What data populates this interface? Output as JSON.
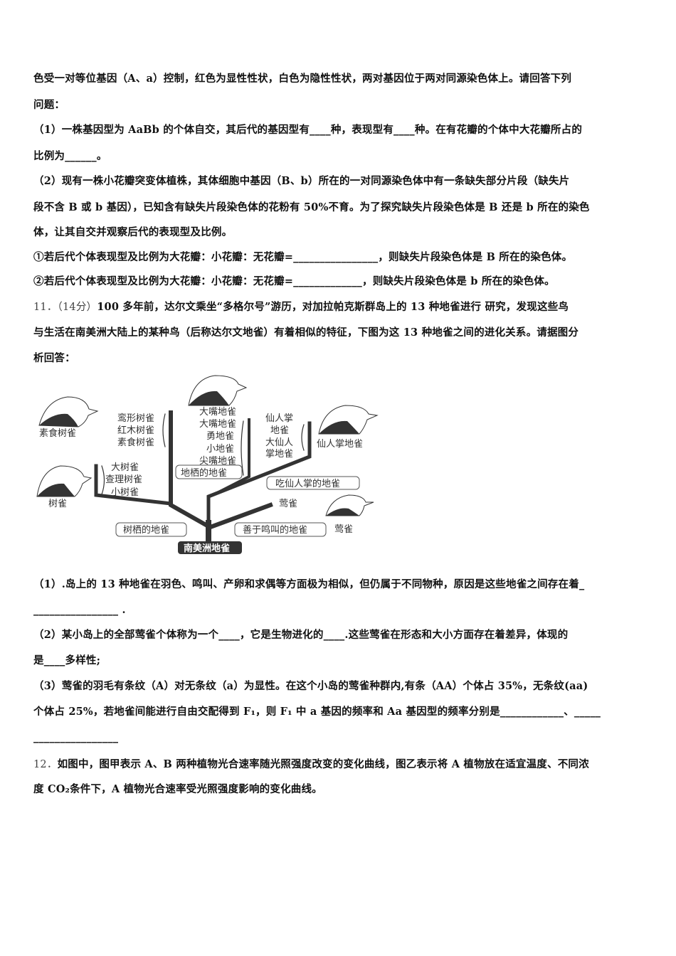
{
  "q10_cont": {
    "line1": "色受一对等位基因（A、a）控制，红色为显性性状，白色为隐性性状，两对基因位于两对同源染色体上。请回答下列",
    "line2": "问题：",
    "p1_line1": "（1）一株基因型为 AaBb 的个体自交，其后代的基因型有____种，表现型有____种。在有花瓣的个体中大花瓣所占的",
    "p1_line2": "比例为______。",
    "p2_line1": "（2）现有一株小花瓣突变体植株，其体细胞中基因（B、b）所在的一对同源染色体中有一条缺失部分片段（缺失片",
    "p2_line2": "段不含 B 或 b 基因），已知含有缺失片段染色体的花粉有 50%不育。为了探究缺失片段染色体是 B 还是 b 所在的染色",
    "p2_line3": "体，让其自交并观察后代的表现型及比例。",
    "c1": "①若后代个体表现型及比例为大花瓣：小花瓣：无花瓣=________________，则缺失片段染色体是 B 所在的染色体。",
    "c2": "②若后代个体表现型及比例为大花瓣：小花瓣：无花瓣=_____________，则缺失片段染色体是 b 所在的染色体。"
  },
  "q11": {
    "number": "11．（14分）",
    "line1": "100 多年前，达尔文乘坐“多格尔号”游历，对加拉帕克斯群岛上的 13 种地雀进行 研究，发现这些鸟",
    "line2": "与生活在南美洲大陆上的某种鸟（后称达尔文地雀）有着相似的特征，下图为这 13 种地雀之间的进化关系。请据图分",
    "line3": "析回答：",
    "diagram": {
      "root": "南美洲地雀",
      "bird_labels": [
        "素食树雀",
        "树雀",
        "仙人掌地雀",
        "莺雀"
      ],
      "group_tree": "树栖的地雀",
      "group_ground": "地栖的地雀",
      "group_cactus": "吃仙人掌的地雀",
      "group_song": "善于鸣叫的地雀",
      "tree_upper": [
        "鸾形树雀",
        "红木树雀",
        "素食树雀"
      ],
      "tree_lower": [
        "大树雀",
        "查理树雀",
        "小树雀"
      ],
      "ground": [
        "大嘴地雀",
        "大嘴地雀",
        "勇地雀",
        "小地雀",
        "尖嘴地雀"
      ],
      "cactus": [
        "仙人掌",
        "地雀",
        "大仙人",
        "掌地雀"
      ],
      "warbler": "莺雀"
    },
    "s1_line1": "（1）.岛上的 13 种地雀在羽色、鸣叫、产卵和求偶等方面极为相似，但仍属于不同物种，原因是这些地雀之间存在着_",
    "s1_line2": "________________    .",
    "s2_line1": "（2）某小岛上的全部莺雀个体称为一个____，它是生物进化的____.这些莺雀在形态和大小方面存在着差异，体现的",
    "s2_line2": "是____多样性;",
    "s3_line1": "（3）莺雀的羽毛有条纹（A）对无条纹（a）为显性。在这个小岛的莺雀种群内,有条（AA）个体占 35%，无条纹(aa)",
    "s3_line2": "个体占 25%，若地雀间能进行自由交配得到 F₁，则 F₁ 中 a 基因的频率和 Aa 基因型的频率分别是____________、_____",
    "s3_line3": "________________"
  },
  "q12": {
    "number": "12．",
    "line1": "如图中，图甲表示 A、B 两种植物光合速率随光照强度改变的变化曲线，图乙表示将 A 植物放在适宜温度、不同浓",
    "line2": "度 CO₂条件下，A 植物光合速率受光照强度影响的变化曲线。"
  }
}
